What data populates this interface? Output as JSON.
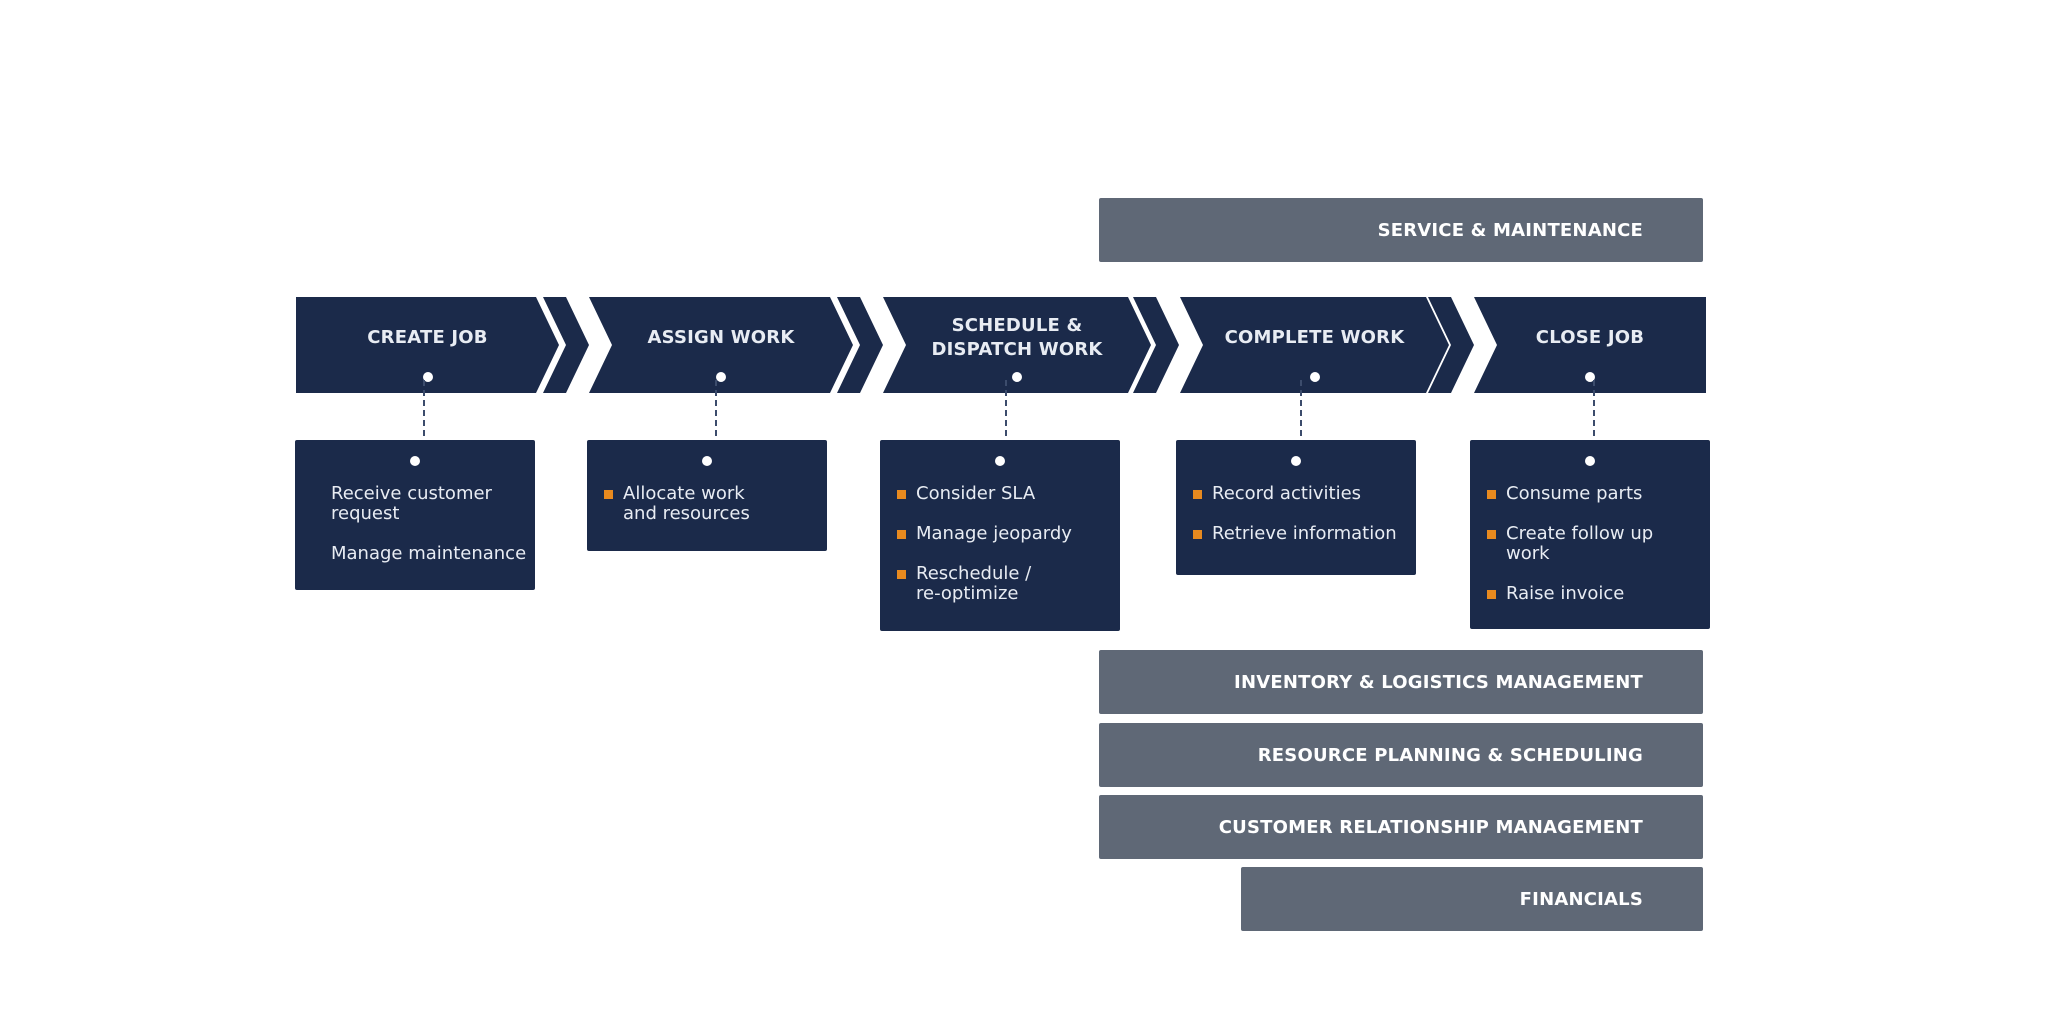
{
  "top_layer": {
    "label": "SERVICE & MAINTENANCE"
  },
  "process_steps": [
    {
      "title": "CREATE JOB",
      "items": [
        "Receive customer request",
        "Manage maintenance"
      ],
      "bulleted": false
    },
    {
      "title": "ASSIGN WORK",
      "items": [
        "Allocate work and resources"
      ],
      "bulleted": true
    },
    {
      "title": "SCHEDULE & DISPATCH WORK",
      "items": [
        "Consider SLA",
        "Manage jeopardy",
        "Reschedule / re-optimize"
      ],
      "bulleted": true
    },
    {
      "title": "COMPLETE WORK",
      "items": [
        "Record activities",
        "Retrieve information"
      ],
      "bulleted": true
    },
    {
      "title": "CLOSE JOB",
      "items": [
        "Consume parts",
        "Create follow up work",
        "Raise invoice"
      ],
      "bulleted": true
    }
  ],
  "bottom_layers": [
    {
      "label": "INVENTORY & LOGISTICS MANAGEMENT"
    },
    {
      "label": "RESOURCE PLANNING & SCHEDULING"
    },
    {
      "label": "CUSTOMER RELATIONSHIP MANAGEMENT"
    },
    {
      "label": "FINANCIALS"
    }
  ],
  "colors": {
    "navy": "#1b2a4a",
    "layer_gray": "#5f6876",
    "bullet_orange": "#e88a1f",
    "connector": "#3c4c6c"
  }
}
